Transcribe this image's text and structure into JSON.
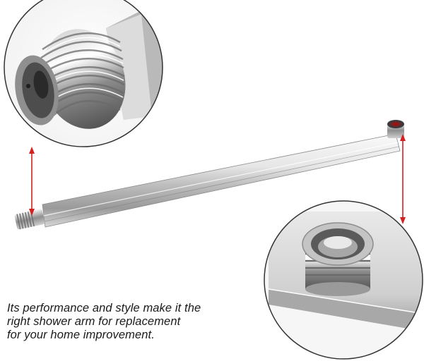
{
  "caption": {
    "line1": "Its performance and style make it the",
    "line2": "right shower arm for replacement",
    "line3": "for your home improvement."
  },
  "colors": {
    "background": "#ffffff",
    "chrome_light": "#f4f4f4",
    "chrome_mid": "#c8c8c8",
    "chrome_dark": "#6e6e6e",
    "arrow_red": "#d42020",
    "circle_border": "#333333"
  }
}
